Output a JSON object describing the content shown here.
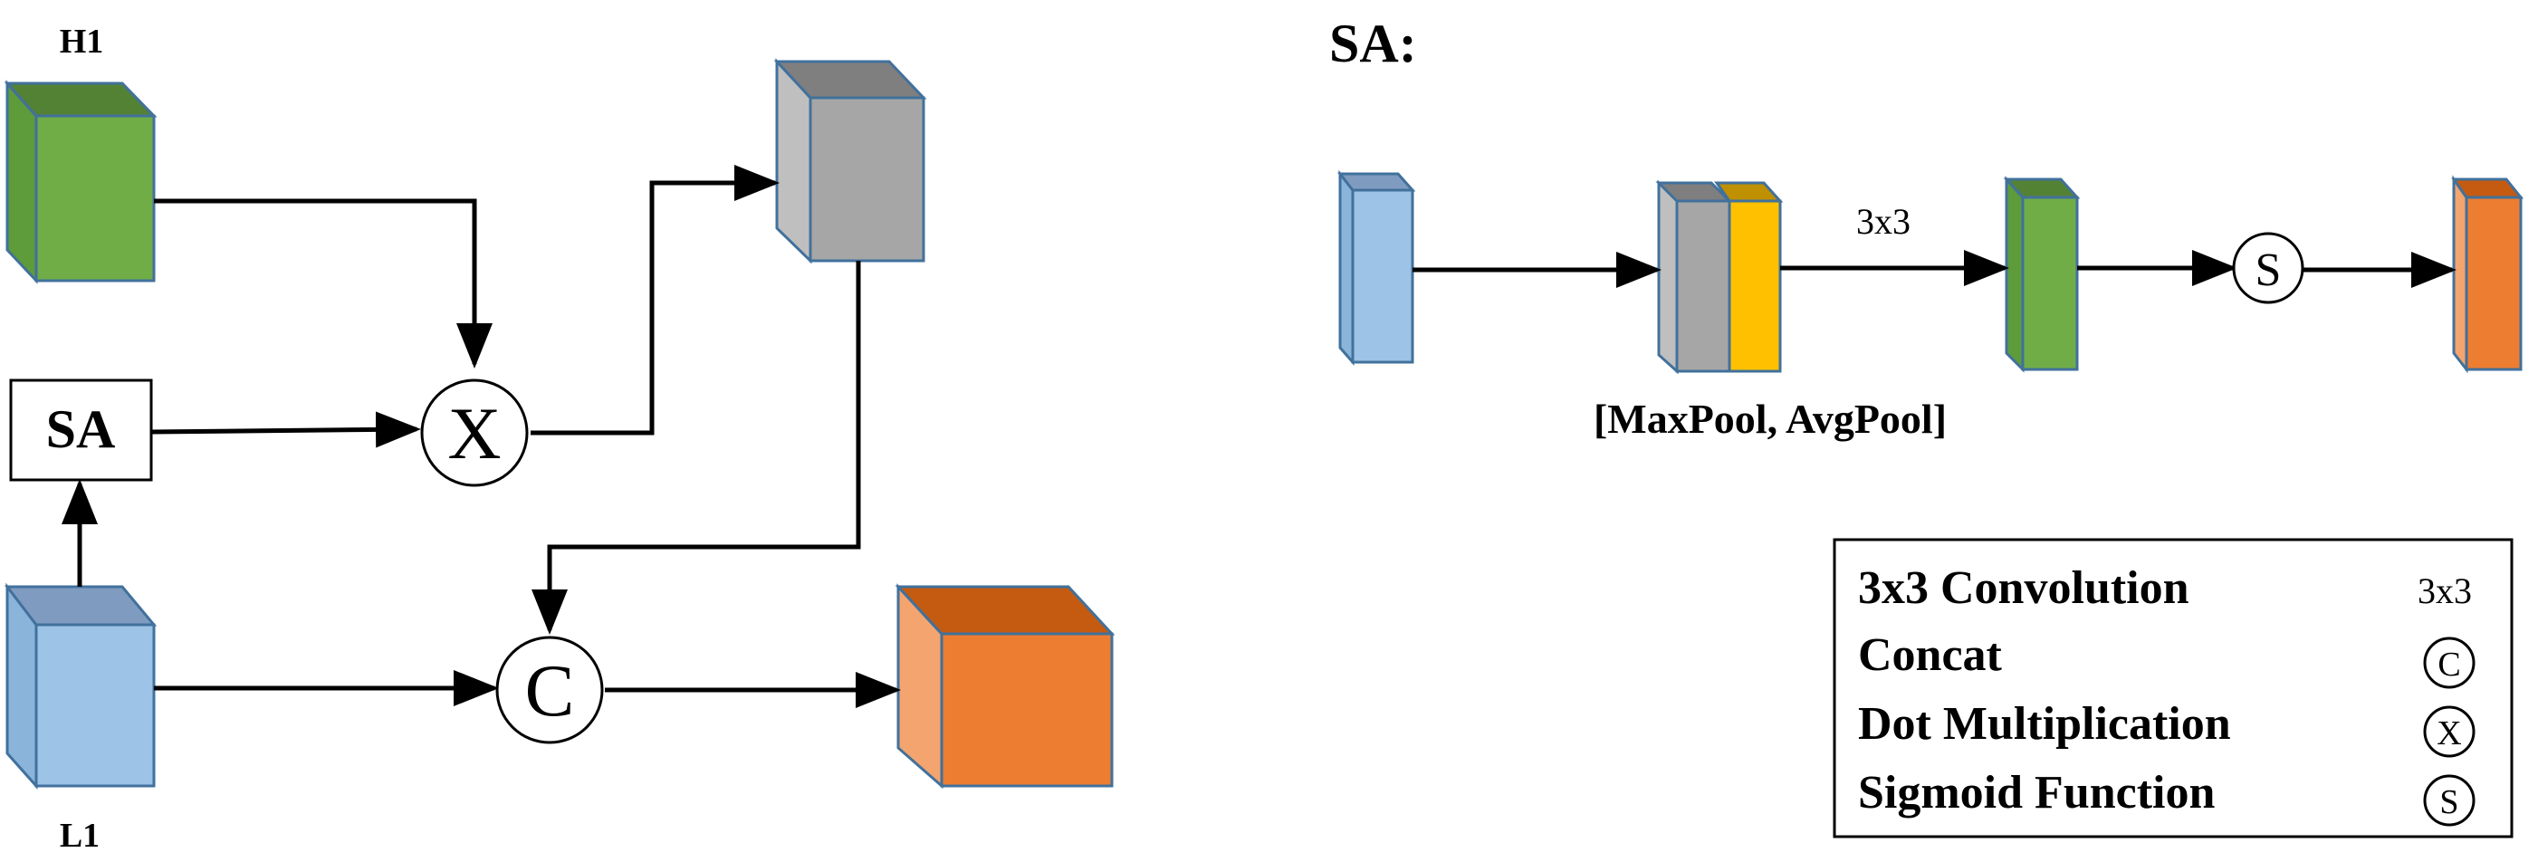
{
  "labels": {
    "h1": "H1",
    "l1": "L1",
    "sa_block": "SA",
    "sa_title": "SA:",
    "conv_op": "3x3",
    "pool_caption": "[MaxPool, AvgPool]"
  },
  "operators": {
    "multiply": "X",
    "concat": "C",
    "sigmoid": "S"
  },
  "legend": {
    "items": [
      {
        "label": "3x3 Convolution",
        "symbol": "3x3",
        "symbol_type": "text"
      },
      {
        "label": "Concat",
        "symbol": "C",
        "symbol_type": "circle"
      },
      {
        "label": "Dot Multiplication",
        "symbol": "X",
        "symbol_type": "circle"
      },
      {
        "label": "Sigmoid Function",
        "symbol": "S",
        "symbol_type": "circle"
      }
    ]
  },
  "colors": {
    "green": "#70AD47",
    "blue": "#9DC3E6",
    "gray": "#A6A6A6",
    "orange": "#ED7D31",
    "yellow": "#FFC000",
    "edge": "#41719C"
  }
}
